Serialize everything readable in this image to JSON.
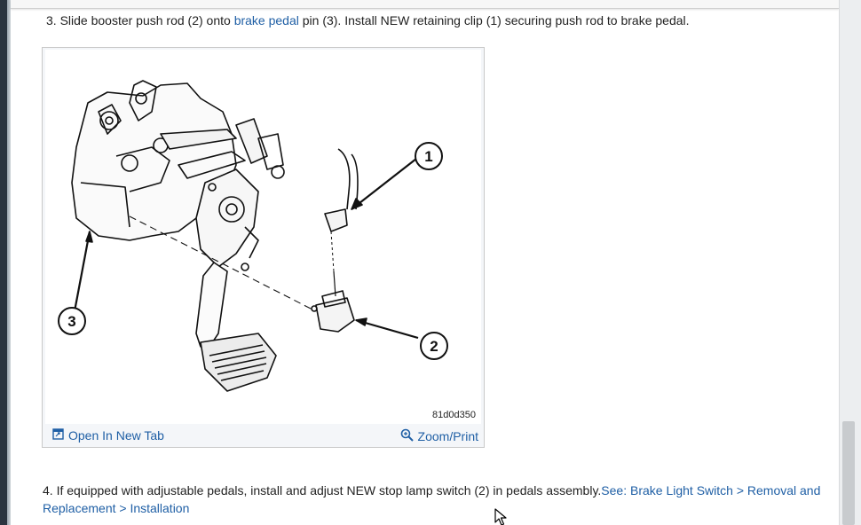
{
  "step3": {
    "before": "3. Slide booster push rod (2) onto ",
    "link": "brake pedal",
    "after": " pin (3). Install NEW retaining clip (1) securing push rod to brake pedal."
  },
  "figure": {
    "callouts": [
      "1",
      "2",
      "3"
    ],
    "code": "81d0d350",
    "open_tab_label": "Open In New Tab",
    "zoom_label": "Zoom/Print"
  },
  "step4": {
    "text": "4. If equipped with adjustable pedals, install and adjust NEW stop lamp switch (2) in pedals assembly.",
    "link": "See: Brake Light Switch > Removal and Replacement > Installation"
  },
  "colors": {
    "link": "#1f5fa5",
    "text": "#222222"
  },
  "icons": {
    "open_tab": "open-new-tab-icon",
    "zoom": "zoom-icon",
    "cursor": "mouse-pointer-icon"
  }
}
